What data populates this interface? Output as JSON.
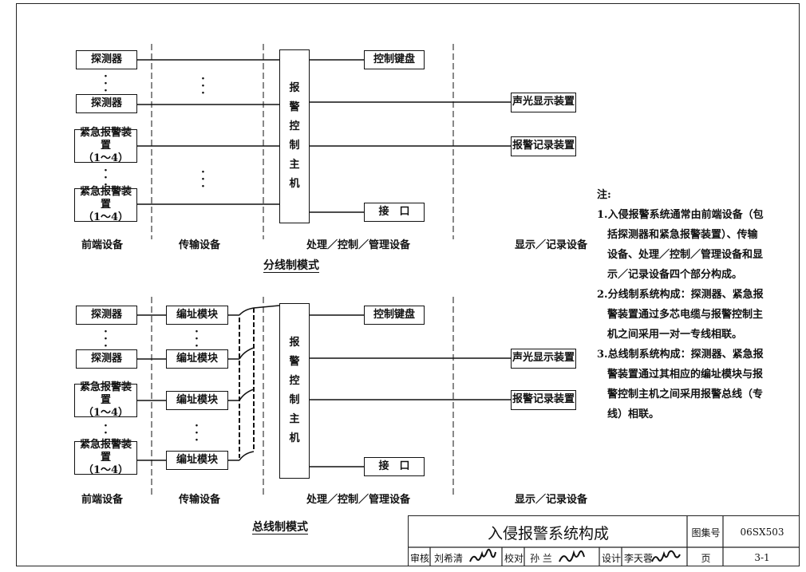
{
  "top": {
    "title": "分线制模式",
    "detector1": "探测器",
    "detector2": "探测器",
    "emergency1": "紧急报警装置",
    "emergency1_sub": "（1～4）",
    "emergency2": "紧急报警装置",
    "emergency2_sub": "（1～4）",
    "host_chars": [
      "报",
      "警",
      "控",
      "制",
      "主",
      "机"
    ],
    "keyboard": "控制键盘",
    "sound_light": "声光显示装置",
    "record": "报警记录装置",
    "interface": "接　口",
    "col_front": "前端设备",
    "col_trans": "传输设备",
    "col_proc": "处理／控制／管理设备",
    "col_display": "显示／记录设备"
  },
  "bottom": {
    "title": "总线制模式",
    "detector1": "探测器",
    "detector2": "探测器",
    "emergency1": "紧急报警装置",
    "emergency1_sub": "（1～4）",
    "emergency2": "紧急报警装置",
    "emergency2_sub": "（1～4）",
    "module": "编址模块",
    "host_chars": [
      "报",
      "警",
      "控",
      "制",
      "主",
      "机"
    ],
    "keyboard": "控制键盘",
    "sound_light": "声光显示装置",
    "record": "报警记录装置",
    "interface": "接　口",
    "col_front": "前端设备",
    "col_trans": "传输设备",
    "col_proc": "处理／控制／管理设备",
    "col_display": "显示／记录设备"
  },
  "notes": {
    "heading": "注:",
    "lines": [
      "1.入侵报警系统通常由前端设备（包",
      "　括探测器和紧急报警装置）、传输",
      "　设备、处理／控制／管理设备和显",
      "　示／记录设备四个部分构成。",
      "2.分线制系统构成：探测器、紧急报",
      "　警装置通过多芯电缆与报警控制主",
      "　机之间采用一对一专线相联。",
      "3.总线制系统构成：探测器、紧急报",
      "　警装置通过其相应的编址模块与报",
      "　警控制主机之间采用报警总线（专",
      "　线）相联。"
    ]
  },
  "title_block": {
    "drawing_title": "入侵报警系统构成",
    "atlas_label": "图集号",
    "atlas_no": "06SX503",
    "review_label": "审核",
    "reviewer": "刘希清",
    "check_label": "校对",
    "checker": "孙 兰",
    "design_label": "设计",
    "designer": "李天蓉",
    "page_label": "页",
    "page_no": "3-1"
  }
}
